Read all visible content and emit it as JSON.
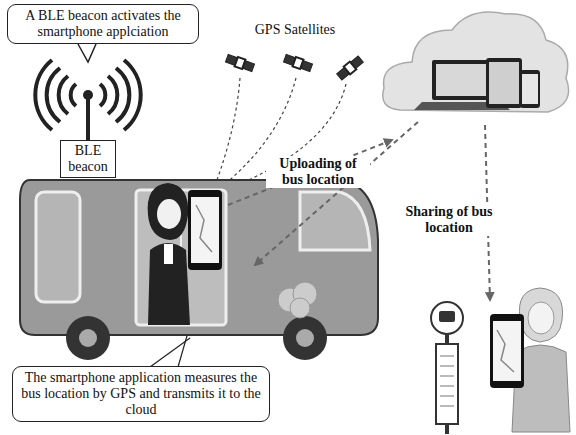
{
  "diagram": {
    "nodes": [
      {
        "text": [
          "A BLE beacon activates the smartphone applciation"
        ]
      },
      {
        "text": [
          "BLE beacon"
        ]
      },
      {
        "text": [
          "The smartphone application measures the bus location by GPS and transmits it to the cloud"
        ]
      }
    ],
    "labels": [
      "GPS Satellites",
      "Uploading of bus location",
      "Sharing of bus location"
    ]
  }
}
